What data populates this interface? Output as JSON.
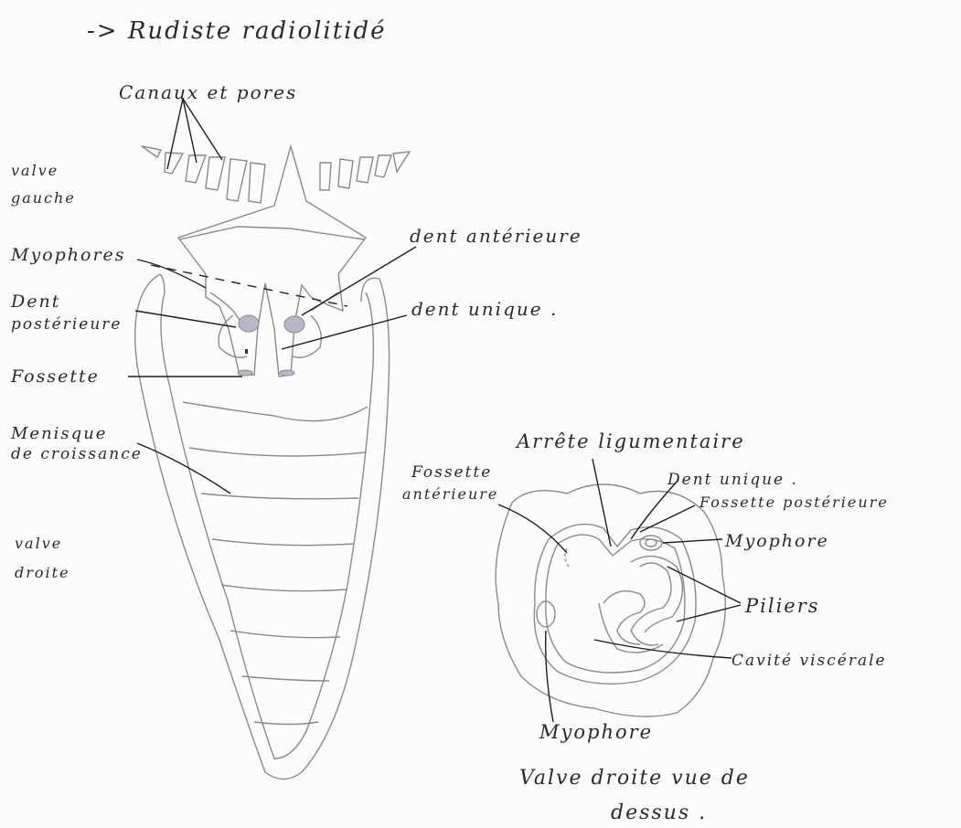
{
  "colors": {
    "paper": "#fcfcfa",
    "pencil": "#8a8a8a",
    "ink": "#1e1e1e",
    "shade": "#b9b6c8"
  },
  "title": "-> Rudiste radiolitidé",
  "side_view": {
    "canaux_pores": "Canaux et pores",
    "valve_gauche_1": "valve",
    "valve_gauche_2": "gauche",
    "myophores": "Myophores",
    "dent_posterieure_1": "Dent",
    "dent_posterieure_2": "postérieure",
    "fossette": "Fossette",
    "menisque_1": "Menisque",
    "menisque_2": "de croissance",
    "valve_droite_1": "valve",
    "valve_droite_2": "droite",
    "dent_anterieure": "dent antérieure",
    "dent_unique": "dent unique ."
  },
  "top_view": {
    "arrete_ligamentaire": "Arrête ligumentaire",
    "fossette_anterieure_1": "Fossette",
    "fossette_anterieure_2": "antérieure",
    "dent_unique": "Dent unique .",
    "fossette_posterieure": "Fossette postérieure",
    "myophore_right": "Myophore",
    "piliers": "Piliers",
    "cavite_viscerale": "Cavité viscérale",
    "myophore_bottom": "Myophore",
    "caption_1": "Valve droite vue de",
    "caption_2": "dessus ."
  }
}
